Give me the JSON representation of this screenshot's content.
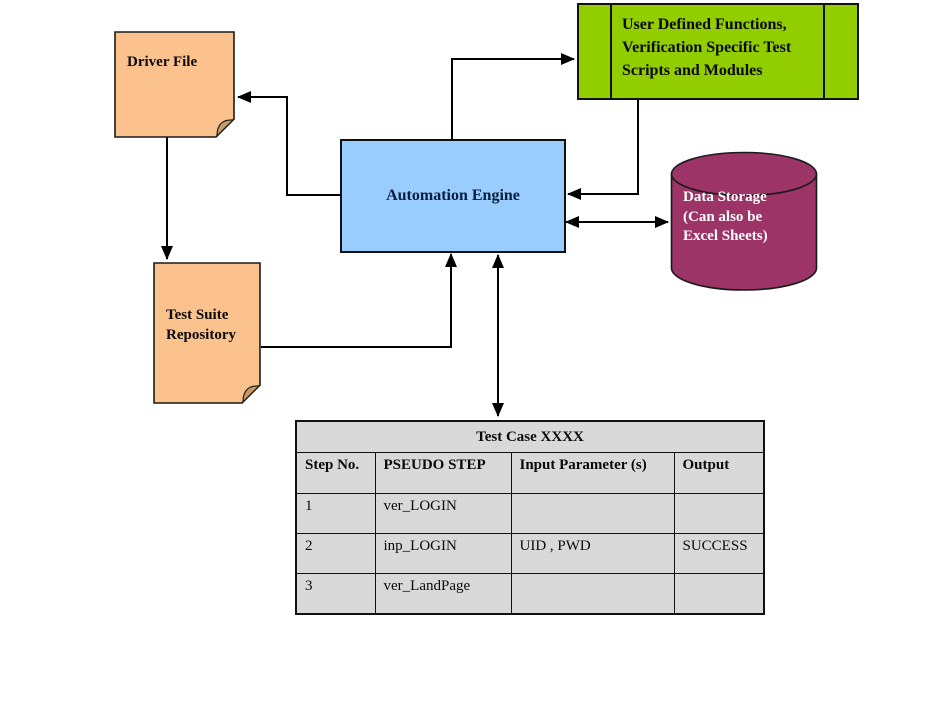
{
  "colors": {
    "note_fill": "#FBC28D",
    "note_fold": "#C79A66",
    "process_fill": "#92CD00",
    "engine_fill": "#99CCFF",
    "engine_text": "#0A1F3D",
    "storage_fill": "#9C3468",
    "storage_text": "#FFFFFF",
    "table_fill": "#D9D9D9",
    "line_color": "#000000",
    "background": "#FFFFFF"
  },
  "nodes": {
    "driver_file": {
      "label": "Driver File",
      "shape": "folded-note"
    },
    "user_functions": {
      "shape": "predefined-process",
      "lines": [
        "User Defined Functions,",
        "Verification Specific Test",
        "Scripts and Modules"
      ]
    },
    "automation_engine": {
      "label": "Automation Engine",
      "shape": "rectangle"
    },
    "data_storage": {
      "shape": "cylinder",
      "lines": [
        "Data Storage",
        "(Can also be",
        "Excel Sheets)"
      ]
    },
    "test_suite_repository": {
      "shape": "folded-note",
      "lines": [
        "Test Suite",
        "Repository"
      ]
    }
  },
  "edges": [
    {
      "from": "automation_engine",
      "to": "user_functions",
      "arrow": "single"
    },
    {
      "from": "user_functions",
      "to": "automation_engine",
      "arrow": "single"
    },
    {
      "from": "automation_engine",
      "to": "data_storage",
      "arrow": "double"
    },
    {
      "from": "automation_engine",
      "to": "driver_file",
      "arrow": "single"
    },
    {
      "from": "driver_file",
      "to": "test_suite_repository",
      "arrow": "single"
    },
    {
      "from": "test_suite_repository",
      "to": "automation_engine",
      "arrow": "single"
    },
    {
      "from": "automation_engine",
      "to": "test_case_table",
      "arrow": "double"
    }
  ],
  "table": {
    "title": "Test Case XXXX",
    "columns": [
      "Step No.",
      "PSEUDO STEP",
      "Input Parameter (s)",
      "Output"
    ],
    "rows": [
      [
        "1",
        "ver_LOGIN",
        "",
        ""
      ],
      [
        "2",
        "inp_LOGIN",
        "UID , PWD",
        "SUCCESS"
      ],
      [
        "3",
        "ver_LandPage",
        "",
        ""
      ]
    ]
  }
}
